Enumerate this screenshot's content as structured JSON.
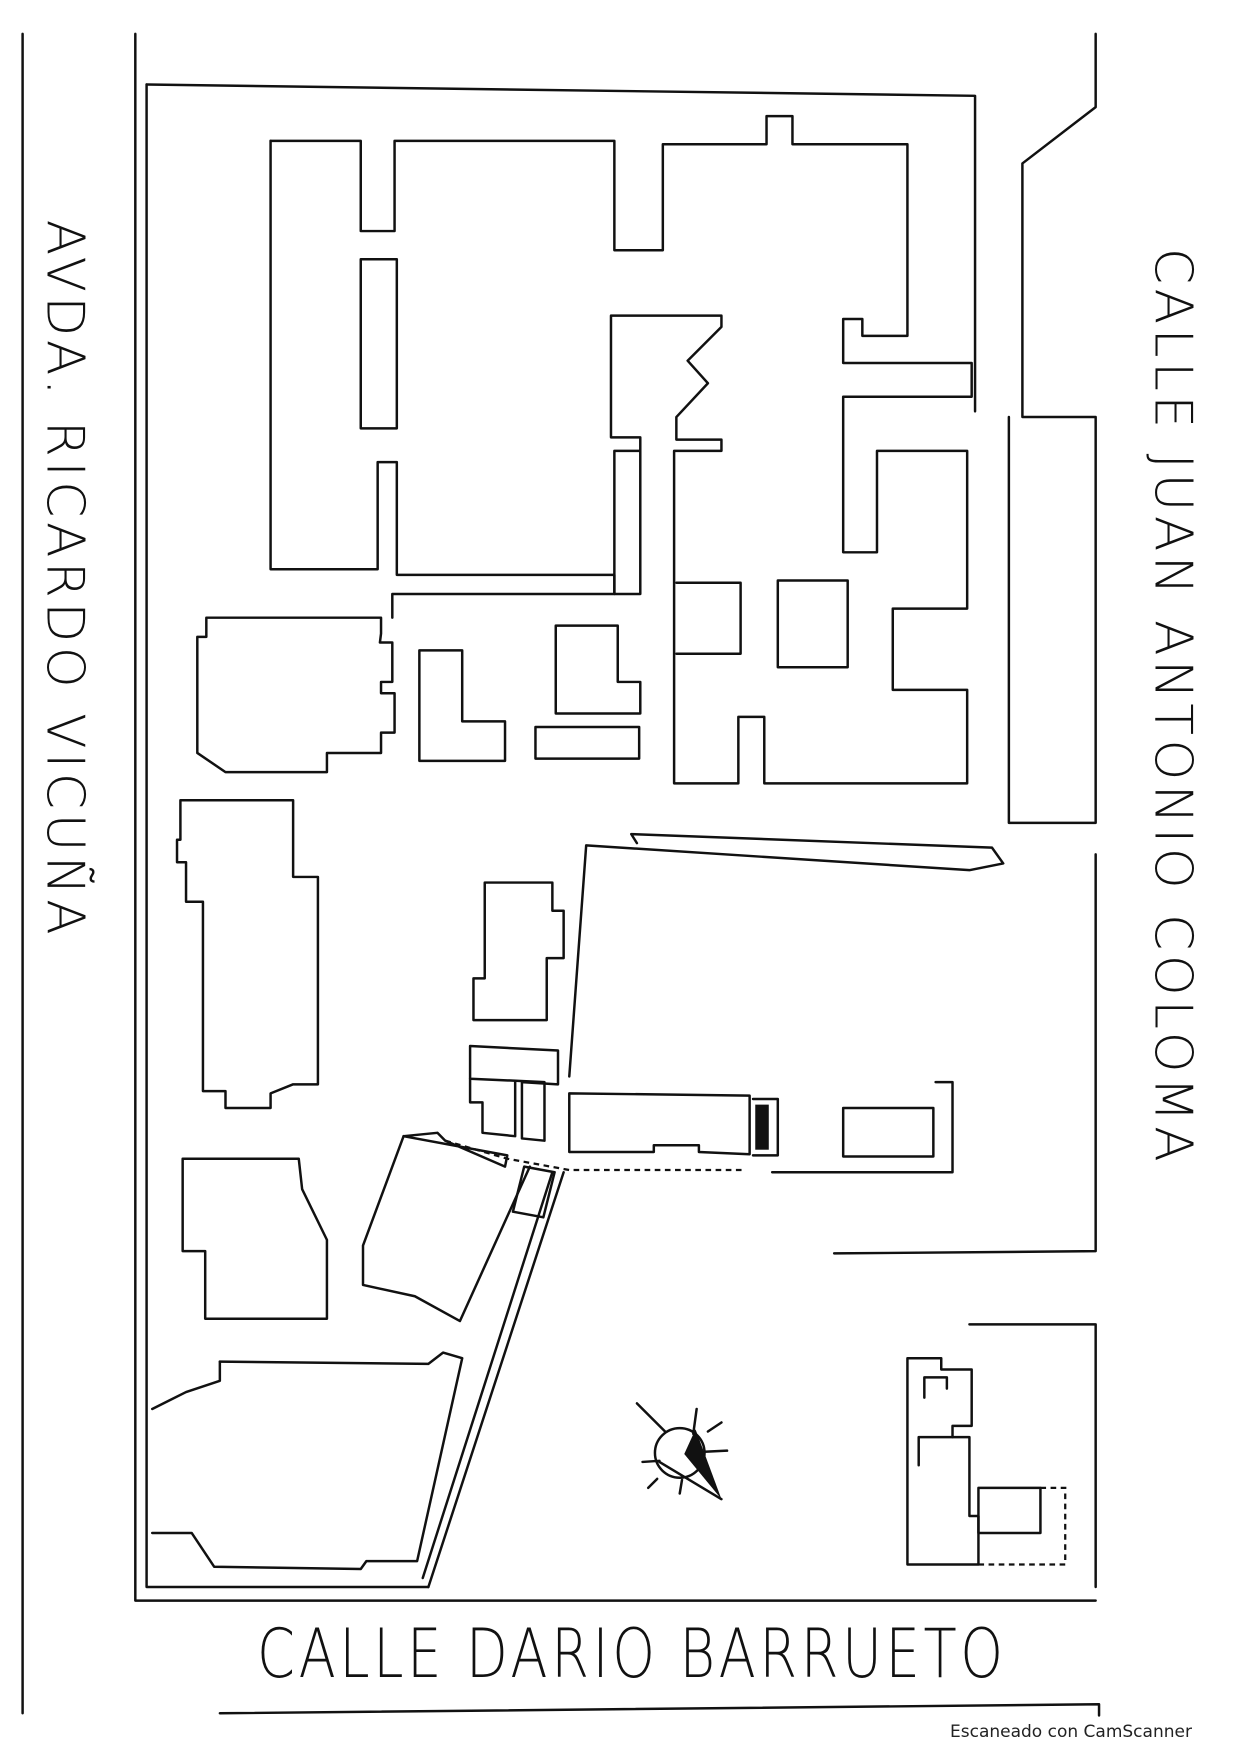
{
  "map": {
    "streets": {
      "west": "AVDA. RICARDO VICUÑA",
      "east": "CALLE JUAN ANTONIO COLOMA",
      "south": "CALLE DARIO BARRUETO"
    },
    "compass_icon": "north-arrow-compass"
  },
  "footer": {
    "scanner_label": "Escaneado con CamScanner"
  }
}
